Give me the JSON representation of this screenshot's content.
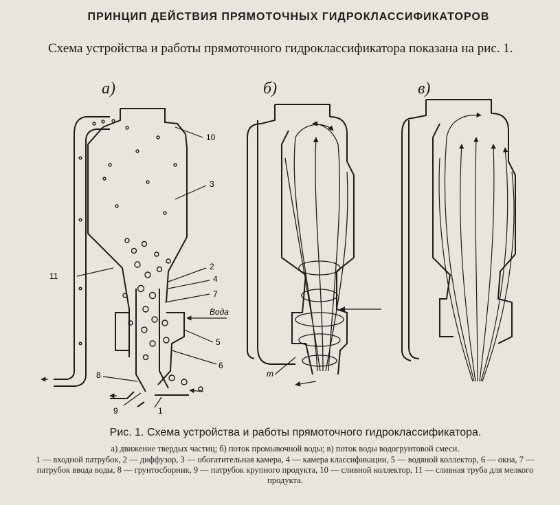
{
  "page": {
    "heading": "ПРИНЦИП ДЕЙСТВИЯ ПРЯМОТОЧНЫХ ГИДРОКЛАССИФИКАТОРОВ",
    "intro": "Схема устройства и работы прямоточного гидроклассификатора показана на рис. 1."
  },
  "figure": {
    "panels": [
      "а)",
      "б)",
      "в)"
    ],
    "callouts": {
      "c1": "1",
      "c2": "2",
      "c3": "3",
      "c4": "4",
      "c5": "5",
      "c6": "6",
      "c7": "7",
      "c8": "8",
      "c9": "9",
      "c10": "10",
      "c11": "11",
      "water": "Вода",
      "m": "m"
    }
  },
  "caption": {
    "title": "Рис. 1. Схема устройства и работы прямоточного гидроклассификатора.",
    "subtitle": "а) движение твердых частиц; б) поток промывочной воды; в) поток воды водогрунтовой смеси.",
    "legend": "1 — входной патрубок, 2 — диффузор, 3 — обогатительная камера, 4 — камера классификации, 5 — водяной коллектор, 6 — окна, 7 — патрубок ввода воды, 8 — грунтосборник, 9 — патрубок крупного продукта, 10 — сливной коллектор, 11 — сливная труба для мелкого продукта."
  }
}
